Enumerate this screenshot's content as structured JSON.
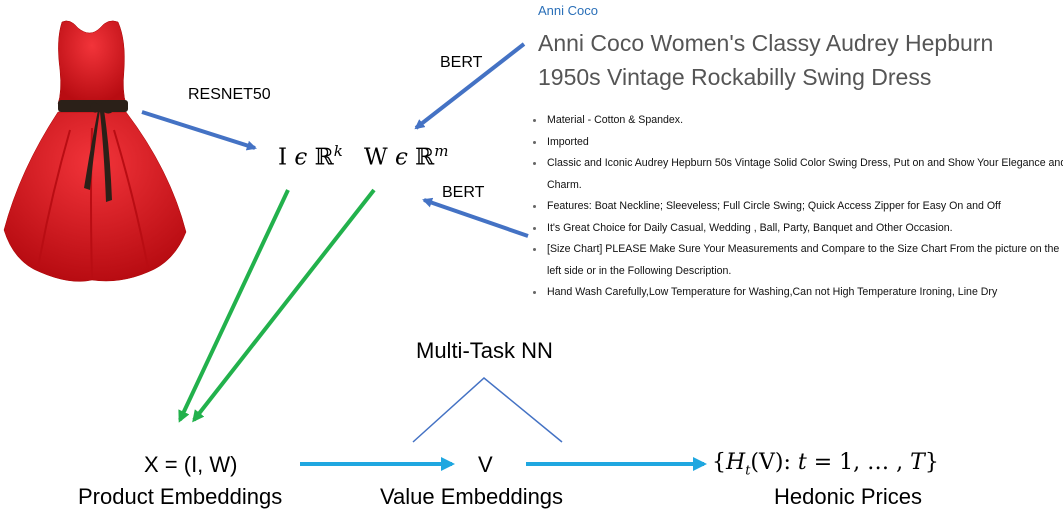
{
  "product": {
    "brand": "Anni Coco",
    "title": "Anni Coco Women's Classy Audrey Hepburn 1950s Vintage Rockabilly Swing Dress",
    "bullets": [
      "Material - Cotton & Spandex.",
      "Imported",
      "Classic and Iconic Audrey Hepburn 50s Vintage Solid Color Swing Dress, Put on and Show Your Elegance and Charm.",
      "Features: Boat Neckline; Sleeveless; Full Circle Swing; Quick Access Zipper for Easy On and Off",
      "It's Great Choice for Daily Casual, Wedding , Ball, Party, Banquet and Other Occasion.",
      "[Size Chart] PLEASE Make Sure Your Measurements and Compare to the Size Chart From the picture on the left side or in the Following Description.",
      "Hand Wash Carefully,Low Temperature for Washing,Can not High Temperature Ironing, Line Dry"
    ]
  },
  "labels": {
    "resnet": "RESNET50",
    "bert_top": "BERT",
    "bert_bottom": "BERT",
    "multitask": "Multi-Task NN"
  },
  "math": {
    "image_var": "I",
    "image_exp": "k",
    "text_var": "W",
    "text_exp": "m",
    "in_symbol": "ϵ",
    "reals": "ℝ"
  },
  "nodes": {
    "x_expr": "X = (I, W)",
    "x_caption": "Product Embeddings",
    "v_expr": "V",
    "v_caption": "Value Embeddings",
    "h_caption": "Hedonic Prices"
  },
  "colors": {
    "blue_arrow": "#4472c4",
    "green_arrow": "#22b14c",
    "cyan_arrow": "#1fa7e0",
    "dress_red": "#e0141b",
    "brand_blue": "#2a6fb8"
  }
}
